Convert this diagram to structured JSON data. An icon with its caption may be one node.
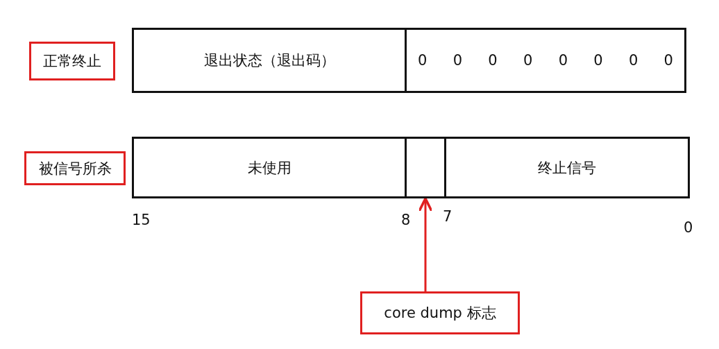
{
  "diagram": {
    "nodes": [
      {
        "text": [
          "正常终止"
        ]
      },
      {
        "text": [
          "退出状态（退出码）"
        ]
      },
      {
        "text": [
          "0",
          "0",
          "0",
          "0",
          "0",
          "0",
          "0",
          "0"
        ]
      },
      {
        "text": [
          "被信号所杀"
        ]
      },
      {
        "text": [
          "未使用"
        ]
      },
      {
        "text": [],
        "shape": "box"
      },
      {
        "text": [
          "终止信号"
        ]
      },
      {
        "text": [
          "core dump 标志"
        ]
      }
    ],
    "edges": [
      {
        "from": 7,
        "to": 5,
        "arrow": "to",
        "color": "#e02020"
      }
    ],
    "labels": [
      "15",
      "8",
      "7",
      "0"
    ]
  }
}
